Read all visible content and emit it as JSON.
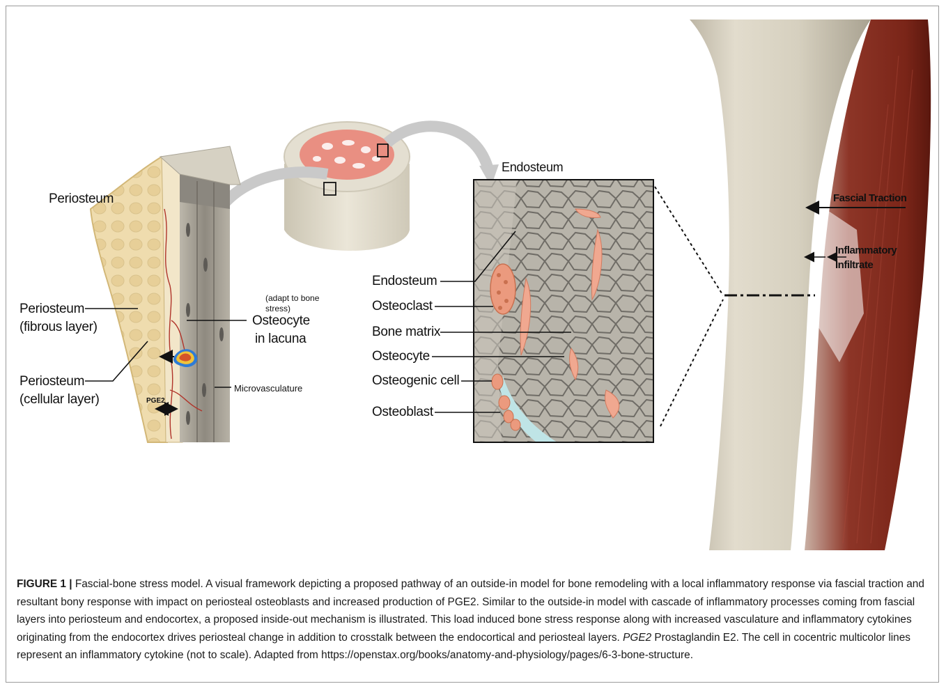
{
  "labels": {
    "periosteum": "Periosteum",
    "periosteum_fibrous_1": "Periosteum",
    "periosteum_fibrous_2": "(fibrous layer)",
    "periosteum_cellular_1": "Periosteum",
    "periosteum_cellular_2": "(cellular layer)",
    "pge2": "PGE2",
    "adapt_note": "(adapt to bone stress)",
    "osteocyte_lacuna_1": "Osteocyte",
    "osteocyte_lacuna_2": "in lacuna",
    "microvasculature": "Microvasculature",
    "endosteum_top": "Endosteum",
    "endosteum": "Endosteum",
    "osteoclast": "Osteoclast",
    "bone_matrix": "Bone matrix",
    "osteocyte": "Osteocyte",
    "osteogenic_cell": "Osteogenic cell",
    "osteoblast": "Osteoblast",
    "fascial_traction": "Fascial Traction",
    "inflammatory_1": "Inflammatory",
    "inflammatory_2": "Infiltrate"
  },
  "caption": {
    "figure_label": "FIGURE 1 |",
    "text_1": " Fascial-bone stress model. A visual framework depicting a proposed pathway of an outside-in model for bone remodeling with a local inflammatory response via fascial traction and resultant bony response with impact on periosteal osteoblasts and increased production of PGE2. Similar to the outside-in model with cascade of inflammatory processes coming from fascial layers into periosteum and endocortex, a proposed inside-out mechanism is illustrated. This load induced bone stress response along with increased vasculature and inflammatory cytokines originating from the endocortex drives periosteal change in addition to crosstalk between the endocortical and periosteal layers. ",
    "abbrev": "PGE2",
    "text_2": " Prostaglandin E2. The cell in cocentric multicolor lines represent an inflammatory cytokine (not to scale). Adapted from https://openstax.org/books/anatomy-and-physiology/pages/6-3-bone-structure."
  },
  "colors": {
    "bone_shaft": "#d9d3c2",
    "muscle": "#8a2f22",
    "trabecular": "#e98f82",
    "periosteum_yellow": "#efdcae",
    "cortex_grey": "#a9a49a"
  }
}
